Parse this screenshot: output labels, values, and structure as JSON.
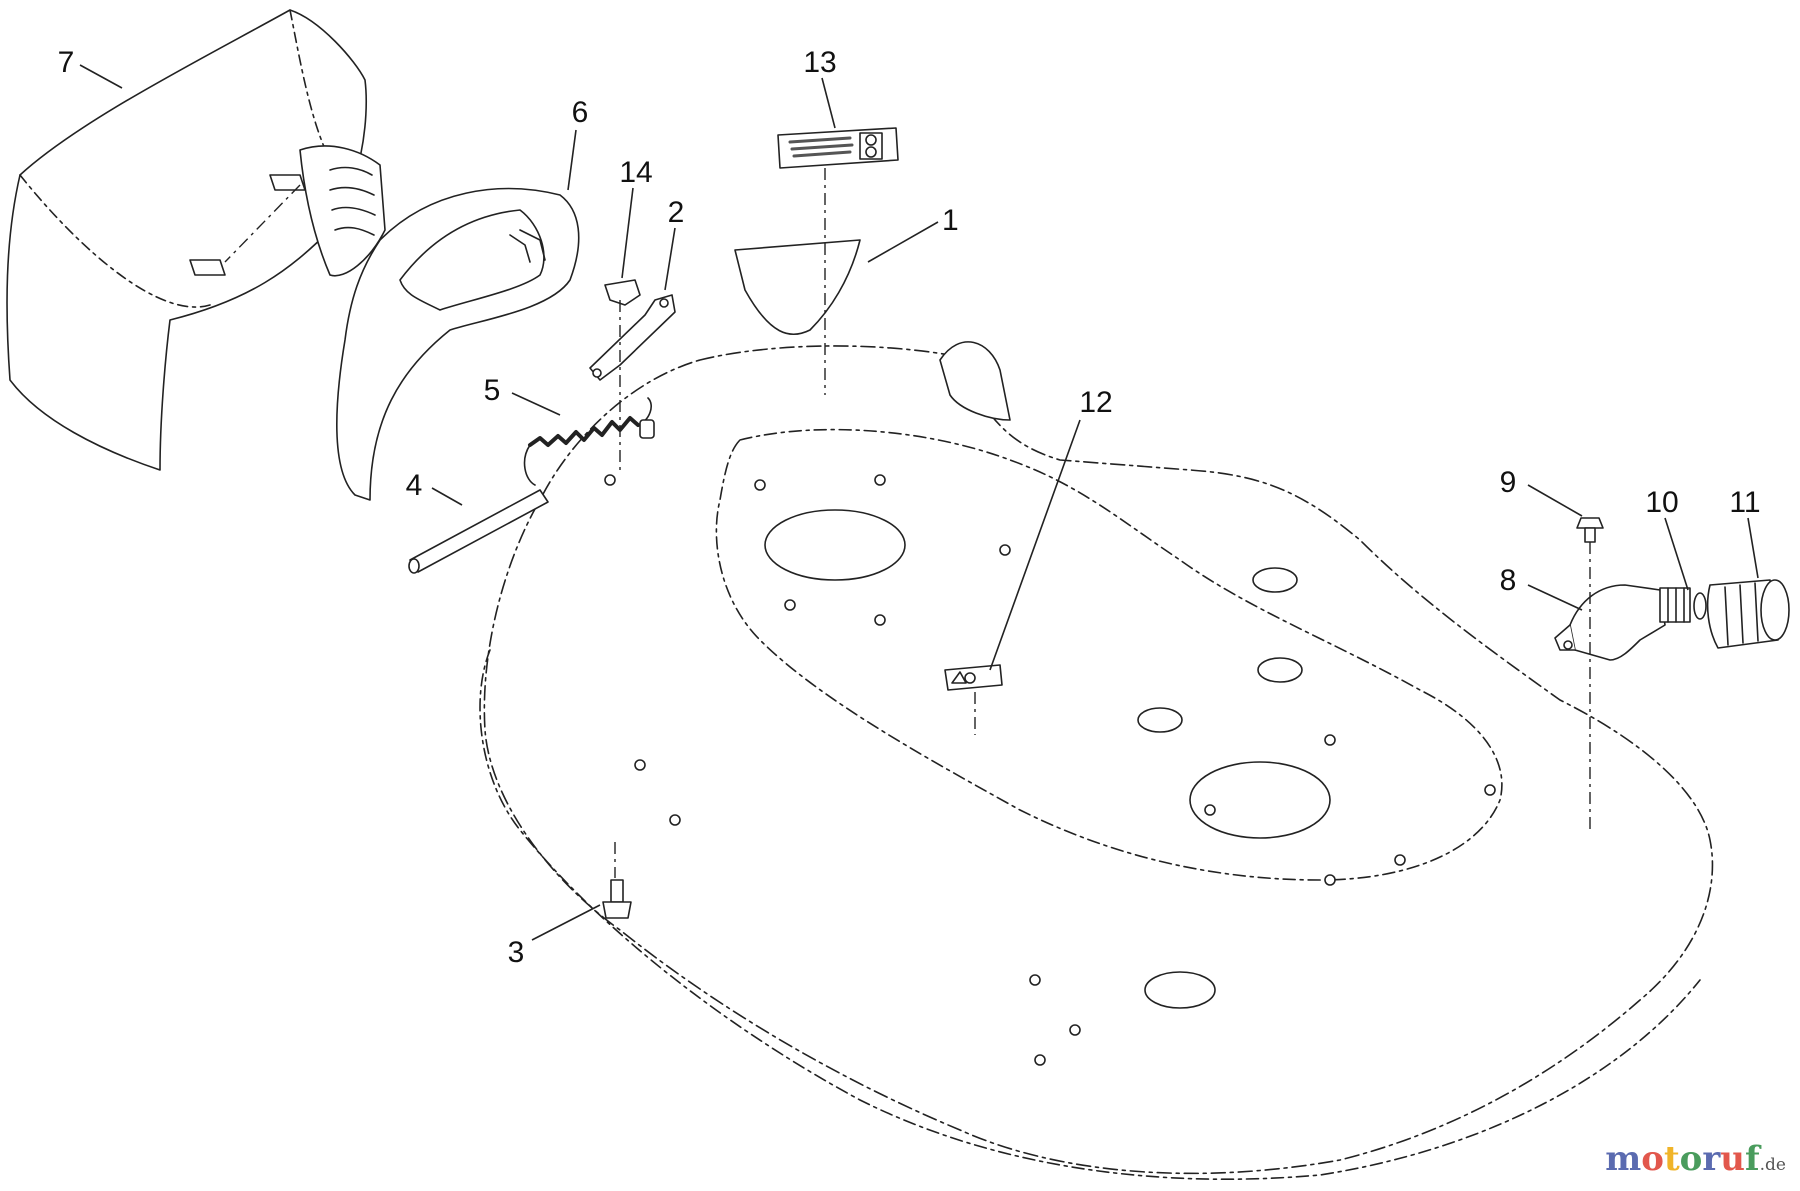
{
  "callouts": [
    {
      "id": "c1",
      "text": "1"
    },
    {
      "id": "c2",
      "text": "2"
    },
    {
      "id": "c3",
      "text": "3"
    },
    {
      "id": "c4",
      "text": "4"
    },
    {
      "id": "c5",
      "text": "5"
    },
    {
      "id": "c6",
      "text": "6"
    },
    {
      "id": "c7",
      "text": "7"
    },
    {
      "id": "c8",
      "text": "8"
    },
    {
      "id": "c9",
      "text": "9"
    },
    {
      "id": "c10",
      "text": "10"
    },
    {
      "id": "c11",
      "text": "11"
    },
    {
      "id": "c12",
      "text": "12"
    },
    {
      "id": "c13",
      "text": "13"
    },
    {
      "id": "c14",
      "text": "14"
    }
  ],
  "watermark": {
    "letters": [
      "m",
      "o",
      "t",
      "o",
      "r",
      "u",
      "f"
    ],
    "tld": ".de",
    "letter_colors": [
      "#5b6bb0",
      "#e2574c",
      "#f0b429",
      "#4a9c5d",
      "#5b6bb0",
      "#e2574c",
      "#4a9c5d"
    ]
  },
  "colors": {
    "line": "#222222",
    "fill": "#ffffff",
    "shade": "#d9d9d9"
  }
}
